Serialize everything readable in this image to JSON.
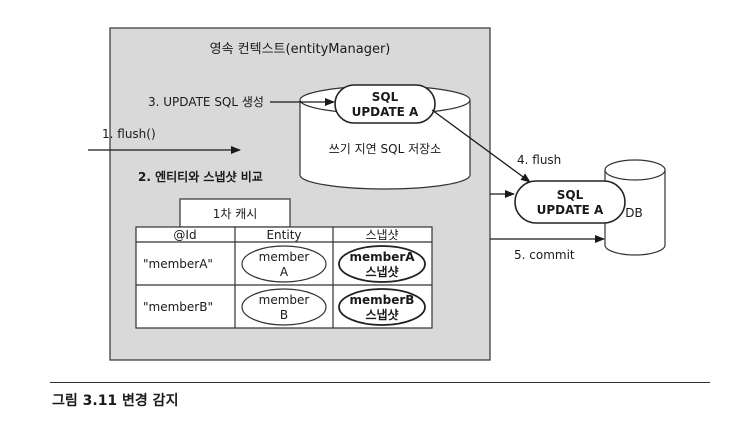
{
  "title": "영속 컨텍스트(entityManager)",
  "steps": {
    "flush_call": "1. flush()",
    "compare": "2. 엔티티와 스냅샷 비교",
    "update_sql": "3. UPDATE SQL 생성",
    "flush": "4. flush",
    "commit": "5. commit"
  },
  "write_store": {
    "label": "쓰기 지연 SQL 저장소",
    "sql_line1": "SQL",
    "sql_line2": "UPDATE A"
  },
  "cache": {
    "title": "1차 캐시",
    "headers": [
      "@Id",
      "Entity",
      "스냅샷"
    ],
    "rows": [
      {
        "id": "\"memberA\"",
        "entity_line1": "member",
        "entity_line2": "A",
        "snapshot_line1": "memberA",
        "snapshot_line2": "스냅샷"
      },
      {
        "id": "\"memberB\"",
        "entity_line1": "member",
        "entity_line2": "B",
        "snapshot_line1": "memberB",
        "snapshot_line2": "스냅샷"
      }
    ]
  },
  "db": {
    "label": "DB",
    "sql_line1": "SQL",
    "sql_line2": "UPDATE A"
  },
  "caption": "그림 3.11 변경 감지"
}
